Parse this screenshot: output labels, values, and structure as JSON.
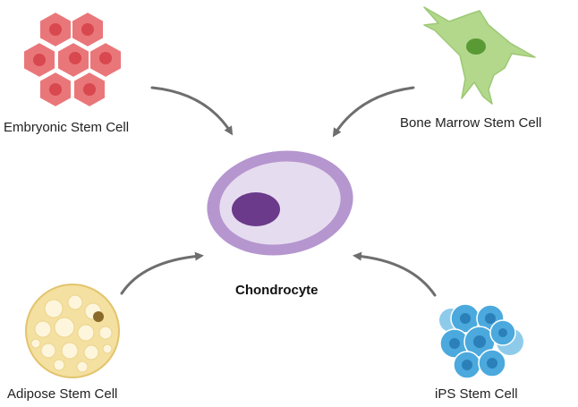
{
  "labels": {
    "embryonic": "Embryonic Stem Cell",
    "bone_marrow": "Bone Marrow Stem Cell",
    "center": "Chondrocyte",
    "adipose": "Adipose Stem Cell",
    "ips": "iPS Stem Cell"
  },
  "colors": {
    "embryonic_fill": "#e9777a",
    "embryonic_nucleus": "#d9474f",
    "bone_marrow_fill": "#b3d88c",
    "bone_marrow_nucleus": "#5a9a35",
    "chondrocyte_outer": "#b596cf",
    "chondrocyte_inner": "#e6dcef",
    "chondrocyte_nucleus": "#6b3a8a",
    "adipose_fill": "#f4e0a0",
    "adipose_droplet": "#fdf6dc",
    "adipose_nucleus": "#8a6a2a",
    "ips_fill": "#4ba9dd",
    "ips_nucleus": "#2b80b9",
    "arrow": "#6e6e6e"
  }
}
